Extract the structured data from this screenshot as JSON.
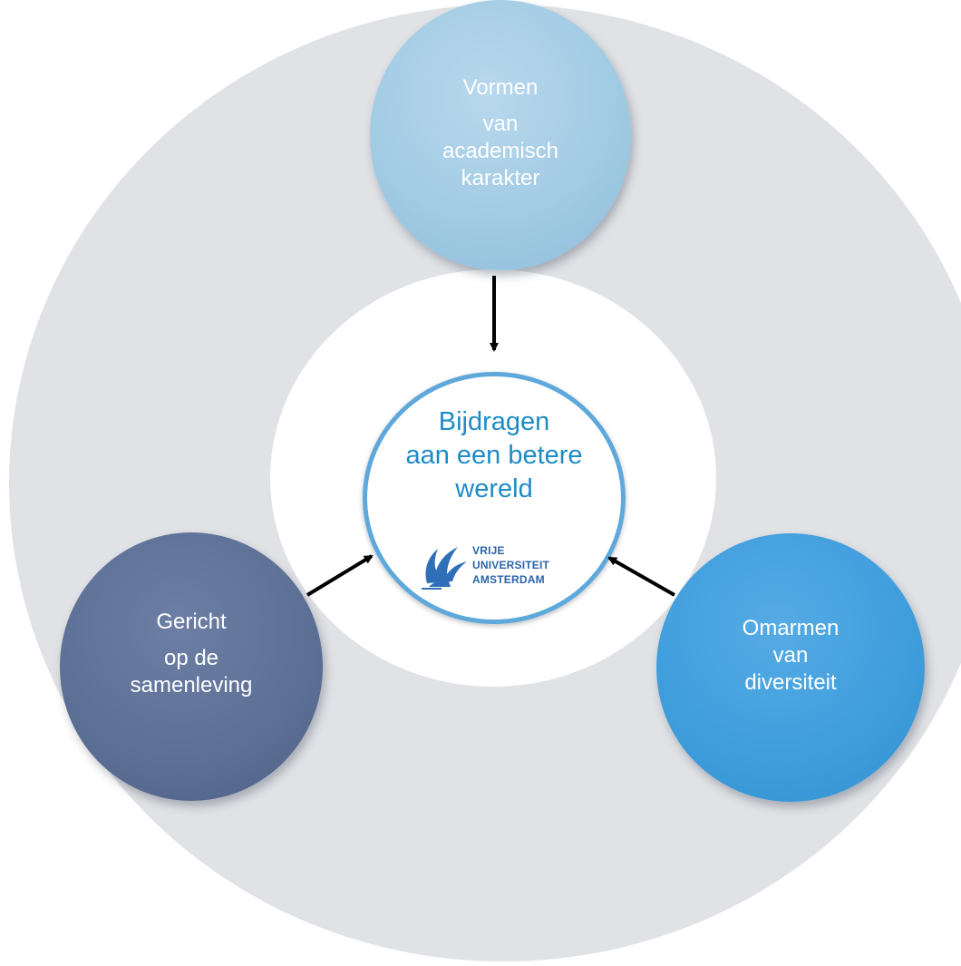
{
  "center": {
    "lines": [
      "Bijdragen",
      "aan een betere",
      "wereld"
    ],
    "logo": {
      "lines": [
        "VRIJE",
        "UNIVERSITEIT",
        "AMSTERDAM"
      ]
    }
  },
  "nodes": {
    "top": {
      "lines": [
        "Vormen",
        "van",
        "academisch",
        "karakter"
      ]
    },
    "left": {
      "lines": [
        "Gericht",
        "op de",
        "samenleving"
      ]
    },
    "right": {
      "lines": [
        "Omarmen",
        "van",
        "diversiteit"
      ]
    }
  },
  "colors": {
    "outer_ring": "#e0e2e5",
    "center_border": "#5ea8dc",
    "center_text": "#1f8bc6",
    "node_top": "#a2cbe4",
    "node_left": "#5c6f95",
    "node_right": "#3f9ddc",
    "arrow": "#000000"
  }
}
